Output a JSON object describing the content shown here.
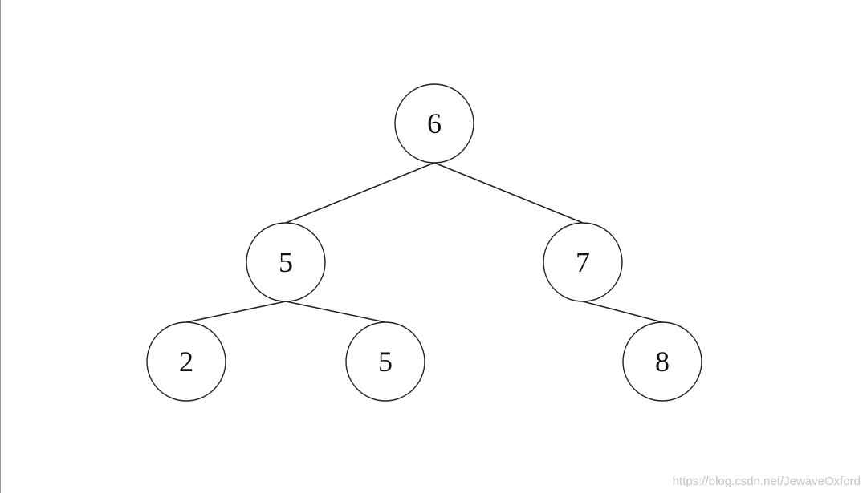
{
  "diagram": {
    "type": "binary-tree",
    "nodes": [
      {
        "id": "n6_root",
        "label": "6"
      },
      {
        "id": "n5_left",
        "label": "5"
      },
      {
        "id": "n7_right",
        "label": "7"
      },
      {
        "id": "n2",
        "label": "2"
      },
      {
        "id": "n5_leaf",
        "label": "5"
      },
      {
        "id": "n8",
        "label": "8"
      }
    ],
    "edges": [
      {
        "from": "n6_root",
        "to": "n5_left"
      },
      {
        "from": "n6_root",
        "to": "n7_right"
      },
      {
        "from": "n5_left",
        "to": "n2"
      },
      {
        "from": "n5_left",
        "to": "n5_leaf"
      },
      {
        "from": "n7_right",
        "to": "n8"
      }
    ]
  },
  "watermark": "https://blog.csdn.net/JewaveOxford"
}
